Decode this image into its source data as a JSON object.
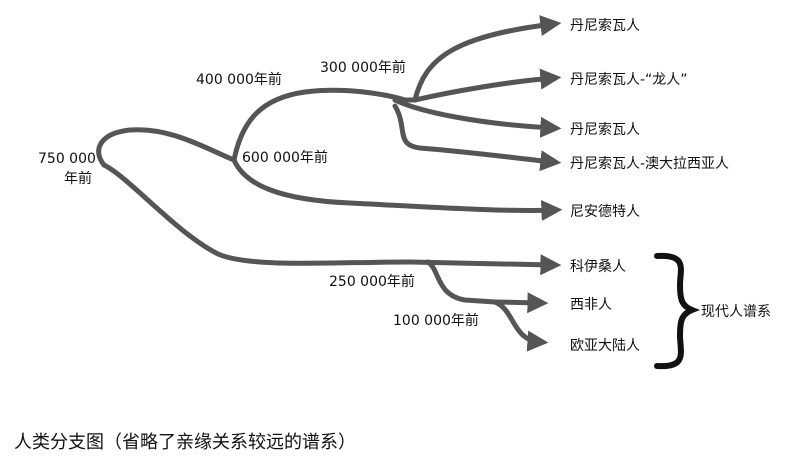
{
  "time_labels": {
    "t750_line1": "750 000",
    "t750_line2": "年前",
    "t600": "600 000年前",
    "t400": "400 000年前",
    "t300": "300 000年前",
    "t250": "250 000年前",
    "t100": "100 000年前"
  },
  "groups": [
    {
      "id": "denisovan1",
      "label": "丹尼索瓦人"
    },
    {
      "id": "denisovan_dragon",
      "label": "丹尼索瓦人-“龙人”"
    },
    {
      "id": "denisovan2",
      "label": "丹尼索瓦人"
    },
    {
      "id": "denisovan_australasia",
      "label": "丹尼索瓦人-澳大拉西亚人"
    },
    {
      "id": "neanderthal",
      "label": "尼安德特人"
    },
    {
      "id": "khoisan",
      "label": "科伊桑人"
    },
    {
      "id": "west_african",
      "label": "西非人"
    },
    {
      "id": "eurasian",
      "label": "欧亚大陆人"
    }
  ],
  "modern_human_label": "现代人谱系",
  "caption": "人类分支图（省略了亲缘关系较远的谱系）",
  "colors": {
    "branch": "#555555",
    "brace": "#111111"
  }
}
